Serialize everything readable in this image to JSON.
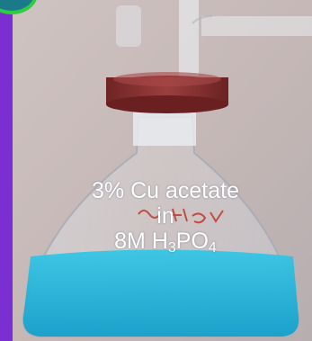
{
  "image": {
    "scene": "flask-photo",
    "colors": {
      "frame": "#7a2fd0",
      "backdrop": "#c7b9b7",
      "cap": "#8b3232",
      "solution": "#1fb6d9",
      "badge_ring": "#2ecc40"
    }
  },
  "caption": {
    "line1": "3% Cu acetate",
    "line2": "in",
    "line3_pre": "8M H",
    "line3_sub1": "3",
    "line3_mid": "PO",
    "line3_sub2": "4"
  }
}
